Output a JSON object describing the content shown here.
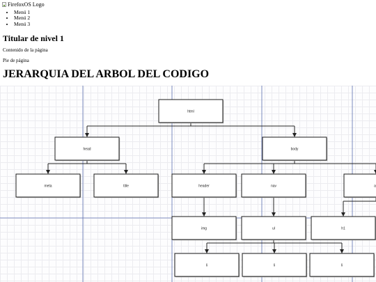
{
  "header": {
    "logo_alt": "FirefoxOS Logo",
    "menu": [
      "Menú 1",
      "Menú 2",
      "Menú 3"
    ],
    "titular": "Titular de nivel 1",
    "contenido": "Contenido de la página",
    "pie": "Pie de página"
  },
  "section_title": "JERARQUIA DEL ARBOL DEL CODIGO",
  "tree": {
    "nodes": [
      {
        "id": "html",
        "label": "html"
      },
      {
        "id": "head",
        "label": "head"
      },
      {
        "id": "body",
        "label": "body"
      },
      {
        "id": "meta",
        "label": "meta"
      },
      {
        "id": "title",
        "label": "title"
      },
      {
        "id": "header",
        "label": "header"
      },
      {
        "id": "nav",
        "label": "nav"
      },
      {
        "id": "article",
        "label": "art"
      },
      {
        "id": "img",
        "label": "img"
      },
      {
        "id": "ul",
        "label": "ul"
      },
      {
        "id": "h1",
        "label": "h1"
      },
      {
        "id": "li1",
        "label": "li"
      },
      {
        "id": "li2",
        "label": "li"
      },
      {
        "id": "li3",
        "label": "li"
      }
    ],
    "edges": [
      [
        "html",
        "head"
      ],
      [
        "html",
        "body"
      ],
      [
        "head",
        "meta"
      ],
      [
        "head",
        "title"
      ],
      [
        "body",
        "header"
      ],
      [
        "body",
        "nav"
      ],
      [
        "body",
        "article"
      ],
      [
        "header",
        "img"
      ],
      [
        "nav",
        "ul"
      ],
      [
        "article",
        "h1"
      ],
      [
        "ul",
        "li1"
      ],
      [
        "ul",
        "li2"
      ],
      [
        "ul",
        "li3"
      ]
    ]
  }
}
